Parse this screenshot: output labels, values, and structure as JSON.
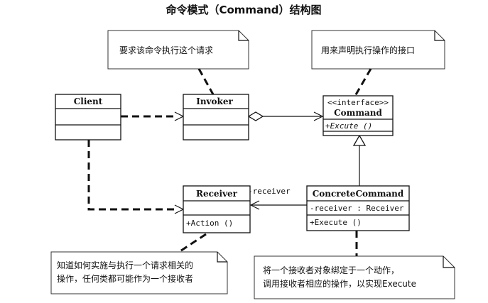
{
  "title": "命令模式（Command）结构图",
  "classes": {
    "client": {
      "name": "Client"
    },
    "invoker": {
      "name": "Invoker"
    },
    "command": {
      "stereotype": "<<interface>>",
      "name": "Command",
      "operation": "+Excute ()"
    },
    "receiver": {
      "name": "Receiver",
      "operation": "+Action ()"
    },
    "concrete_command": {
      "name": "ConcreteCommand",
      "attribute": "-receiver : Receiver",
      "operation": "+Execute ()"
    }
  },
  "association_role": "-receiver",
  "notes": {
    "invoker_note": [
      "要求该命令执行这个请求"
    ],
    "command_note": [
      "用来声明执行操作的接口"
    ],
    "receiver_note": [
      "知道如何实施与执行一个请求相关的",
      "操作，任何类都可能作为一个接收者"
    ],
    "concrete_note": [
      "将一个接收者对象绑定于一个动作，",
      "调用接收者相应的操作，以实现Execute"
    ]
  }
}
